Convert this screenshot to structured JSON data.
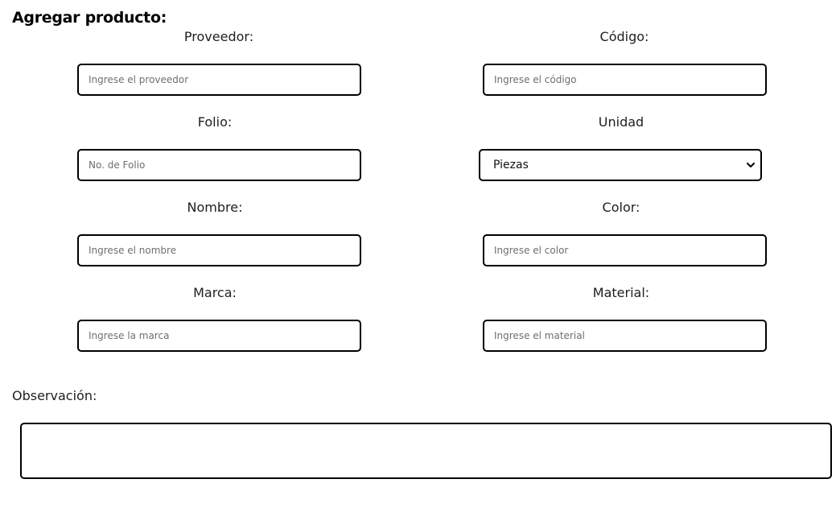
{
  "form": {
    "title": "Agregar producto:",
    "fields": {
      "proveedor": {
        "label": "Proveedor:",
        "placeholder": "Ingrese el proveedor",
        "value": ""
      },
      "codigo": {
        "label": "Código:",
        "placeholder": "Ingrese el código",
        "value": ""
      },
      "folio": {
        "label": "Folio:",
        "placeholder": "No. de Folio",
        "value": ""
      },
      "unidad": {
        "label": "Unidad",
        "selected": "Piezas"
      },
      "nombre": {
        "label": "Nombre:",
        "placeholder": "Ingrese el nombre",
        "value": ""
      },
      "color": {
        "label": "Color:",
        "placeholder": "Ingrese el color",
        "value": ""
      },
      "marca": {
        "label": "Marca:",
        "placeholder": "Ingrese la marca",
        "value": ""
      },
      "material": {
        "label": "Material:",
        "placeholder": "Ingrese el material",
        "value": ""
      }
    },
    "observacion": {
      "label": "Observación:",
      "value": ""
    }
  },
  "icons": {
    "select_arrow": "chevron-down-icon"
  },
  "colors": {
    "border": "#000000",
    "background": "#ffffff",
    "placeholder": "#6f6f6f"
  }
}
